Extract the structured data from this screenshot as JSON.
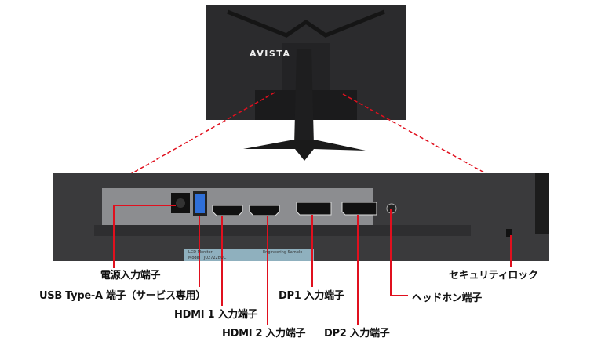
{
  "brand_logo": "AVISTA",
  "accent_color": "#e0101e",
  "callouts": [
    {
      "id": "power",
      "label": "電源入力端子"
    },
    {
      "id": "usb",
      "label": "USB Type-A 端子（サービス専用）"
    },
    {
      "id": "hdmi1",
      "label": "HDMI 1 入力端子"
    },
    {
      "id": "hdmi2",
      "label": "HDMI 2 入力端子"
    },
    {
      "id": "dp1",
      "label": "DP1 入力端子"
    },
    {
      "id": "dp2",
      "label": "DP2 入力端子"
    },
    {
      "id": "headphone",
      "label": "ヘッドホン端子"
    },
    {
      "id": "security",
      "label": "セキュリティロック"
    }
  ],
  "sticker": {
    "title": "LCD Monitor",
    "model": "Model : JU2722BUC",
    "note": "Engineering Sample"
  }
}
